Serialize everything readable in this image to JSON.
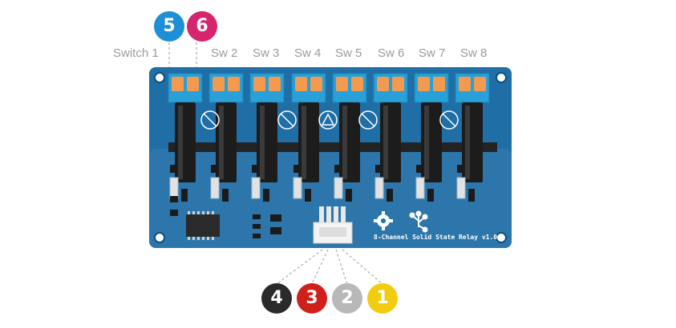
{
  "switch_labels": [
    "Switch 1",
    "Sw 2",
    "Sw 3",
    "Sw 4",
    "Sw 5",
    "Sw 6",
    "Sw 7",
    "Sw 8"
  ],
  "top_badges": [
    {
      "label": "5",
      "color": "#1e8fd6"
    },
    {
      "label": "6",
      "color": "#d6246e"
    }
  ],
  "bottom_badges": [
    {
      "label": "4",
      "color": "#2a2a2a"
    },
    {
      "label": "3",
      "color": "#d0201a"
    },
    {
      "label": "2",
      "color": "#b8b8b8"
    },
    {
      "label": "1",
      "color": "#f2cc10"
    }
  ],
  "board": {
    "title": "8-Channel Solid State Relay v1.0",
    "pcb_color": "#1f6ea6",
    "terminal_color": "#2aa0d8",
    "lever_color": "#f39a4e",
    "relay_color": "#1c1c1c"
  }
}
